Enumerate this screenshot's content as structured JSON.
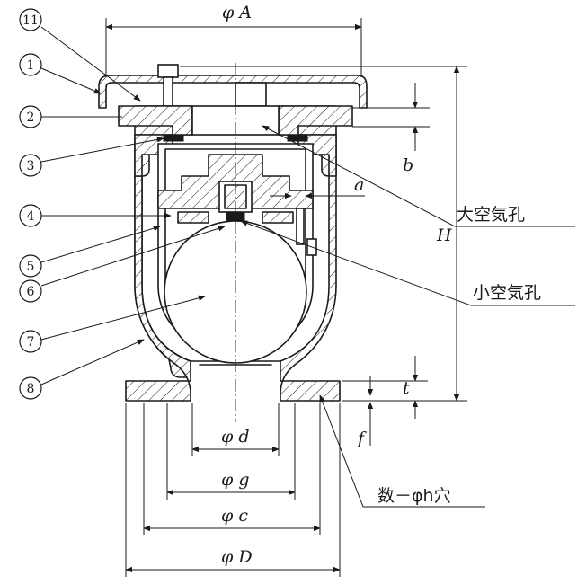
{
  "part_numbers": [
    "11",
    "1",
    "2",
    "3",
    "4",
    "5",
    "6",
    "7",
    "8"
  ],
  "dimensions": {
    "phi_A": "φ A",
    "H": "H",
    "b": "b",
    "a": "a",
    "t": "t",
    "f": "f",
    "phi_d": "φ d",
    "phi_g": "φ g",
    "phi_c": "φ c",
    "phi_D": "φ D"
  },
  "callouts": {
    "large_vent": "大空気孔",
    "small_vent": "小空気孔",
    "bolt_holes": "数－φh穴"
  }
}
